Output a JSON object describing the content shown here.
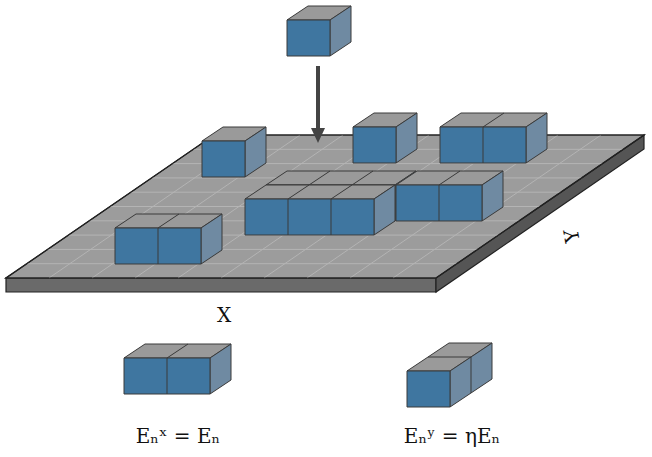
{
  "diagram": {
    "labels": [
      "X",
      "Y",
      "Eₙˣ = Eₙ",
      "Eₙʸ = ηEₙ"
    ]
  }
}
